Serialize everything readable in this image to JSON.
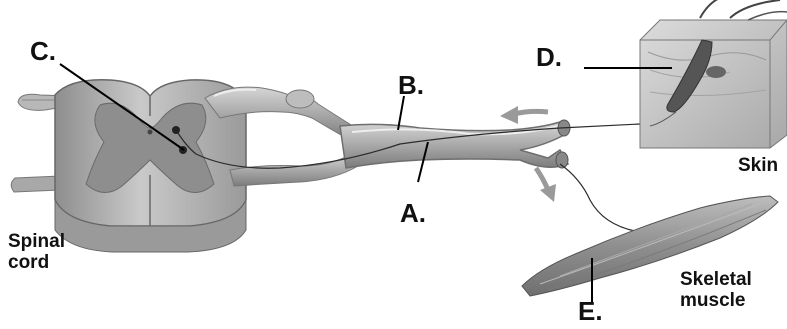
{
  "diagram": {
    "labels": {
      "a": "A.",
      "b": "B.",
      "c": "C.",
      "d": "D.",
      "e": "E."
    },
    "captions": {
      "spinal_cord_line1": "Spinal",
      "spinal_cord_line2": "cord",
      "skin": "Skin",
      "skeletal_muscle_line1": "Skeletal",
      "skeletal_muscle_line2": "muscle"
    }
  }
}
